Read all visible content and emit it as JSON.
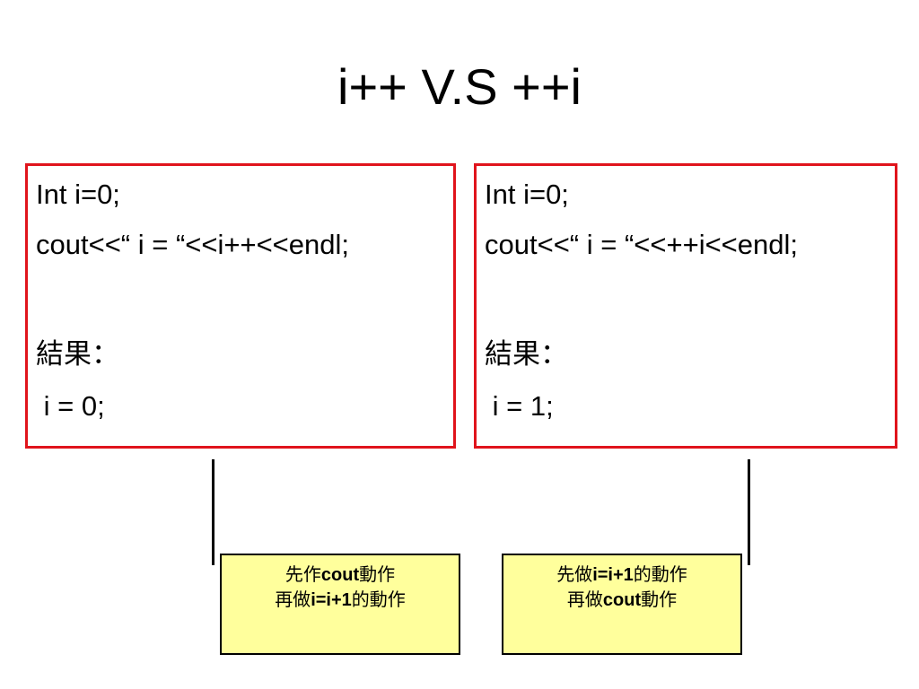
{
  "title": "i++ V.S ++i",
  "left_box": {
    "line1": "Int i=0;",
    "line2": "cout<<“ i = “<<i++<<endl;",
    "line3": "結果：",
    "line4": " i = 0;"
  },
  "right_box": {
    "line1": "Int i=0;",
    "line2": "cout<<“ i = “<<++i<<endl;",
    "line3": "結果：",
    "line4": " i = 1;"
  },
  "left_note": {
    "line1_a": "先作",
    "line1_b": "cout",
    "line1_c": "動作",
    "line2_a": "再做",
    "line2_b": "i=i+1",
    "line2_c": "的動作"
  },
  "right_note": {
    "line1_a": "先做",
    "line1_b": "i=i+1",
    "line1_c": "的動作",
    "line2_a": "再做",
    "line2_b": "cout",
    "line2_c": "動作"
  },
  "colors": {
    "box_border": "#e0141c",
    "note_fill": "#ffff9c",
    "connector": "#000000"
  }
}
